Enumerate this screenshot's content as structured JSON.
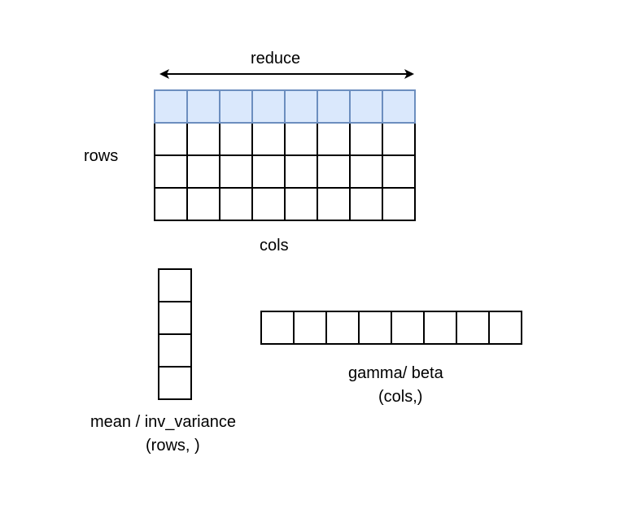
{
  "labels": {
    "reduce": "reduce",
    "rows": "rows",
    "cols": "cols",
    "mean_line1": "mean / inv_variance",
    "mean_line2": "(rows, )",
    "gamma_line1": "gamma/ beta",
    "gamma_line2": "(cols,)"
  },
  "matrix": {
    "rows": 4,
    "cols": 8,
    "highlighted_row": 0
  },
  "mean_vector": {
    "length": 4
  },
  "gamma_vector": {
    "length": 8
  },
  "colors": {
    "highlight_fill": "#dae8fc",
    "highlight_stroke": "#6c8ebf",
    "cell_stroke": "#000000",
    "cell_fill": "#ffffff"
  },
  "icons": {
    "reduce_arrow": "double-headed-arrow"
  }
}
